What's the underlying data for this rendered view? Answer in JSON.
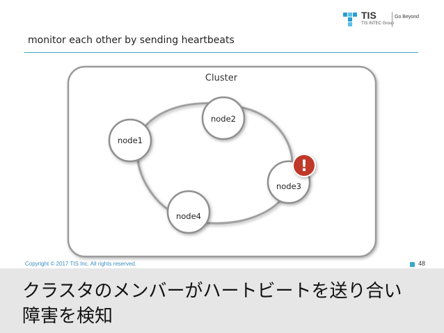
{
  "logo": {
    "brand": "TIS",
    "group": "TIS INTEC Group",
    "tagline": "Go Beyond"
  },
  "slide": {
    "title": "monitor each other by sending heartbeats"
  },
  "diagram": {
    "cluster_label": "Cluster",
    "nodes": [
      {
        "label": "node1"
      },
      {
        "label": "node2"
      },
      {
        "label": "node3",
        "alert": "!"
      },
      {
        "label": "node4"
      }
    ]
  },
  "footer": {
    "copyright": "Copyright © 2017 TIS Inc. All rights reserved.",
    "page_number": "48"
  },
  "caption": {
    "line1": "クラスタのメンバーがハートビートを送り合い",
    "line2": "障害を検知"
  },
  "colors": {
    "accent": "#3ba7c7",
    "alert": "#c0392b",
    "caption_bg": "#e6e6e6"
  }
}
